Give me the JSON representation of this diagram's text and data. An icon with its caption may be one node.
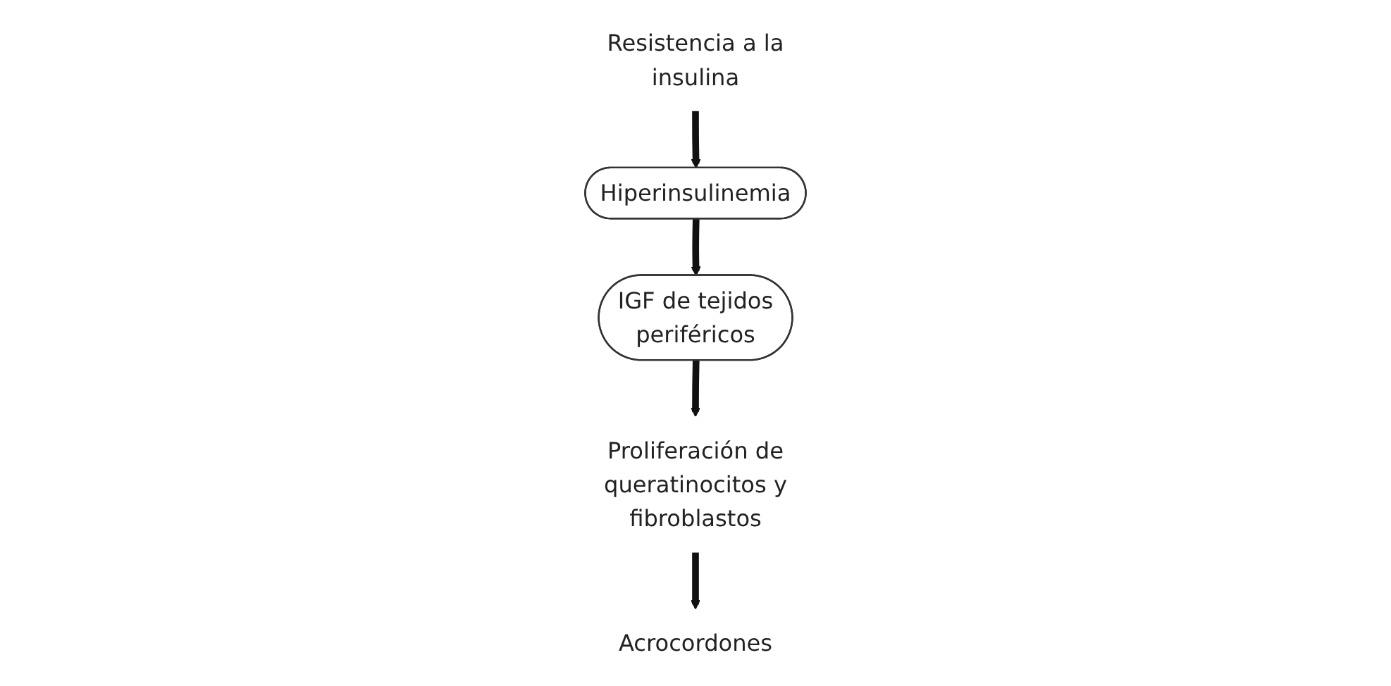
{
  "diagram": {
    "nodes": [
      {
        "text": [
          "Resistencia a la insulina"
        ]
      },
      {
        "text": [
          "Hiperinsulinemia"
        ]
      },
      {
        "text": [
          "IGF de tejidos periféricos"
        ]
      },
      {
        "text": [
          "Proliferación de queratinocitos y fibroblastos"
        ]
      },
      {
        "text": [
          "Acrocordones"
        ]
      }
    ],
    "edges": [
      {
        "from": 0,
        "to": 1,
        "arrow": "to"
      },
      {
        "from": 1,
        "to": 2,
        "arrow": "to"
      },
      {
        "from": 2,
        "to": 3,
        "arrow": "to"
      },
      {
        "from": 3,
        "to": 4,
        "arrow": "to"
      }
    ]
  }
}
